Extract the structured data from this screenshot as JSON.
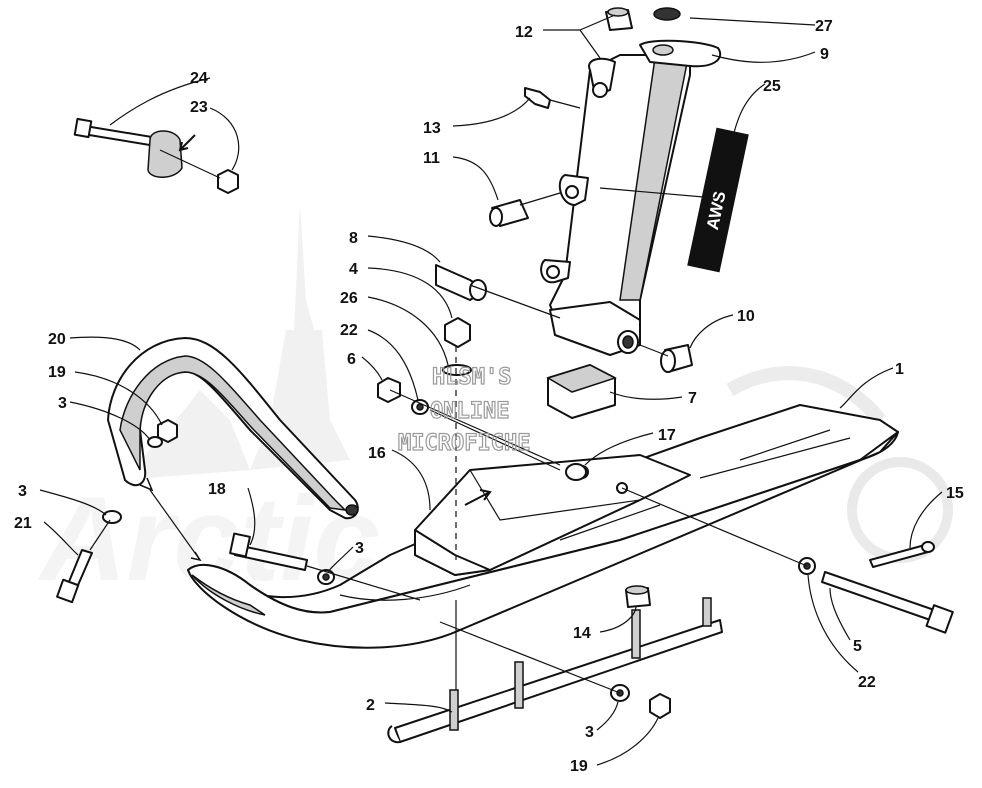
{
  "watermark": {
    "line1": "HLSM'S",
    "line2": "ONLINE",
    "line3": "MICROFICHE"
  },
  "decal_text": "AWS",
  "callouts": [
    {
      "id": "c1",
      "label": "1"
    },
    {
      "id": "c2",
      "label": "2"
    },
    {
      "id": "c3a",
      "label": "3"
    },
    {
      "id": "c3b",
      "label": "3"
    },
    {
      "id": "c3c",
      "label": "3"
    },
    {
      "id": "c3d",
      "label": "3"
    },
    {
      "id": "c4",
      "label": "4"
    },
    {
      "id": "c5",
      "label": "5"
    },
    {
      "id": "c6",
      "label": "6"
    },
    {
      "id": "c7",
      "label": "7"
    },
    {
      "id": "c8",
      "label": "8"
    },
    {
      "id": "c9",
      "label": "9"
    },
    {
      "id": "c10",
      "label": "10"
    },
    {
      "id": "c11",
      "label": "11"
    },
    {
      "id": "c12",
      "label": "12"
    },
    {
      "id": "c13",
      "label": "13"
    },
    {
      "id": "c14",
      "label": "14"
    },
    {
      "id": "c15",
      "label": "15"
    },
    {
      "id": "c16",
      "label": "16"
    },
    {
      "id": "c17",
      "label": "17"
    },
    {
      "id": "c18",
      "label": "18"
    },
    {
      "id": "c19a",
      "label": "19"
    },
    {
      "id": "c19b",
      "label": "19"
    },
    {
      "id": "c20",
      "label": "20"
    },
    {
      "id": "c21",
      "label": "21"
    },
    {
      "id": "c22a",
      "label": "22"
    },
    {
      "id": "c22b",
      "label": "22"
    },
    {
      "id": "c23",
      "label": "23"
    },
    {
      "id": "c24",
      "label": "24"
    },
    {
      "id": "c25",
      "label": "25"
    },
    {
      "id": "c26",
      "label": "26"
    },
    {
      "id": "c27",
      "label": "27"
    }
  ]
}
